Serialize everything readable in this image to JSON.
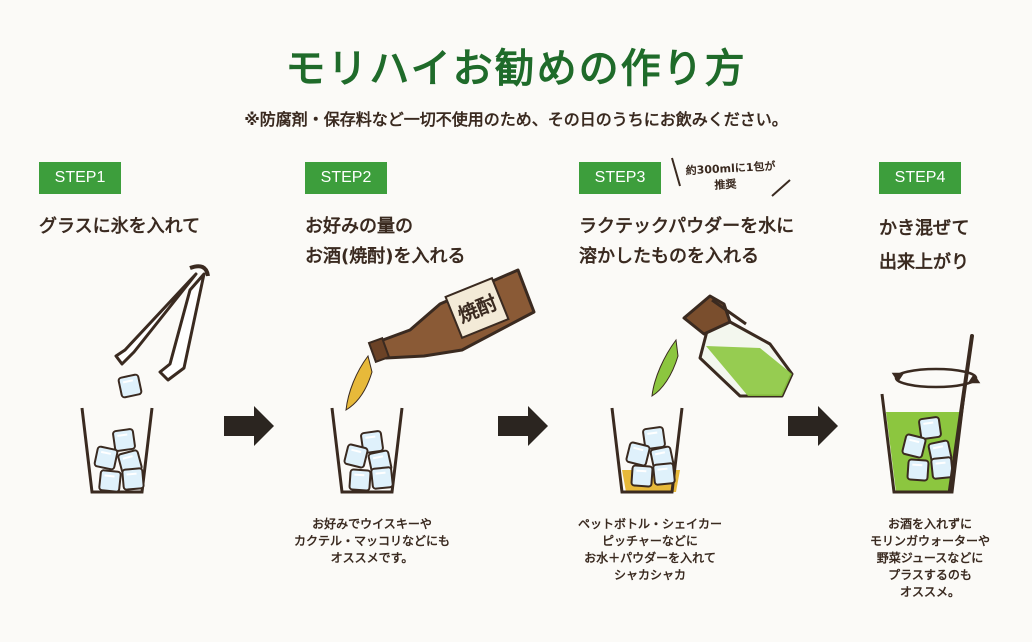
{
  "title": "モリハイお勧めの作り方",
  "note": "※防腐剤・保存料など一切不使用のため、その日のうちにお飲みください。",
  "steps": [
    {
      "badge": "STEP1",
      "heading": [
        "グラスに氷を入れて"
      ],
      "caption": []
    },
    {
      "badge": "STEP2",
      "heading": [
        "お好みの量の",
        "お酒(焼酎)を入れる"
      ],
      "caption": [
        "お好みでウイスキーや",
        "カクテル・マッコリなどにも",
        "オススメです。"
      ]
    },
    {
      "badge": "STEP3",
      "heading": [
        "ラクテックパウダーを水に",
        "溶かしたものを入れる"
      ],
      "caption": [
        "ペットボトル・シェイカー",
        "ピッチャーなどに",
        "お水＋パウダーを入れて",
        "シャカシャカ"
      ],
      "hand_note": [
        "約300mlに1包が",
        "推奨"
      ]
    },
    {
      "badge": "STEP4",
      "heading": [
        "かき混ぜて",
        "出来上がり"
      ],
      "caption": [
        "お酒を入れずに",
        "モリンガウォーターや",
        "野菜ジュースなどに",
        "プラスするのも",
        "オススメ。"
      ]
    }
  ],
  "bottle_label": "焼酎",
  "colors": {
    "title": "#1f6b2a",
    "badge": "#3d9e3c",
    "shochu": "#e7b93a",
    "green_drink": "#8cc63f",
    "bottle": "#8a5a36",
    "arrow": "#2b2520"
  }
}
